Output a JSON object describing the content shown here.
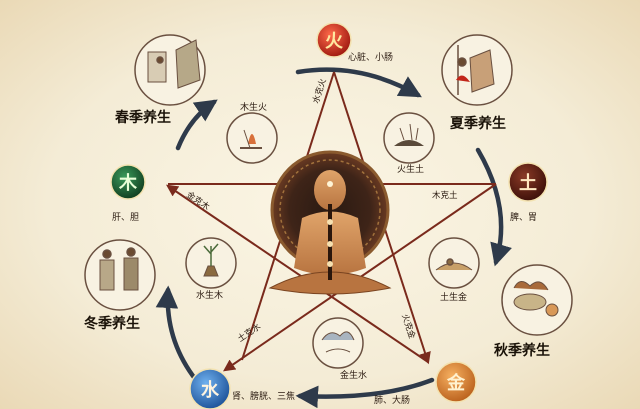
{
  "elements": {
    "fire": {
      "char": "火",
      "organs": "心脏、小肠",
      "color": "#c0261c"
    },
    "earth": {
      "char": "土",
      "organs": "脾、胃",
      "color": "#5a1a10"
    },
    "metal": {
      "char": "金",
      "organs": "肺、大肠",
      "color": "#d0782a"
    },
    "water": {
      "char": "水",
      "organs": "肾、膀胱、三焦",
      "color": "#2a6fb8"
    },
    "wood": {
      "char": "木",
      "organs": "肝、胆",
      "color": "#1f5f33"
    }
  },
  "seasons": {
    "spring": "春季养生",
    "summer": "夏季养生",
    "autumn": "秋季养生",
    "winter": "冬季养生"
  },
  "generation": {
    "wood_fire": "木生火",
    "fire_earth": "火生土",
    "earth_metal": "土生金",
    "metal_water": "金生水",
    "water_wood": "水生木"
  },
  "control": {
    "water_fire": "水克火",
    "wood_earth": "木克土",
    "fire_metal": "火克金",
    "earth_water": "土克水",
    "metal_wood": "金克木"
  }
}
